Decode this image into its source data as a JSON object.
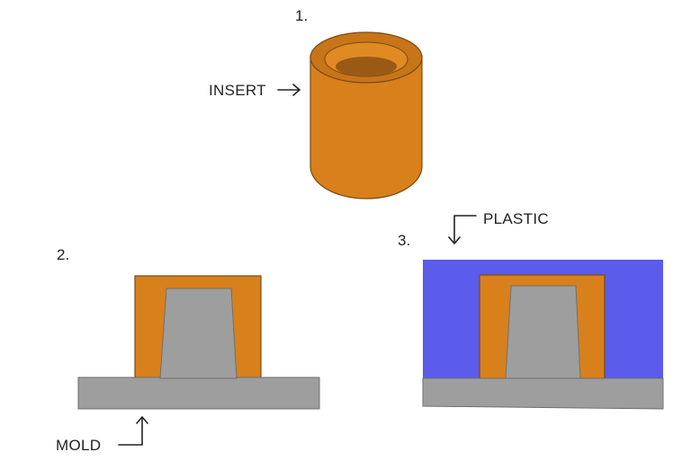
{
  "steps": {
    "step1": {
      "number": "1.",
      "label": "INSERT"
    },
    "step2": {
      "number": "2.",
      "label": "MOLD"
    },
    "step3": {
      "number": "3.",
      "label": "PLASTIC"
    }
  },
  "colors": {
    "insert": "#d8801c",
    "insert_rim": "#c87418",
    "insert_hole": "#9a5a16",
    "mold": "#9e9e9e",
    "plastic": "#5b5bec",
    "text": "#222222"
  },
  "icons": {
    "insert_arrow": "arrow-right-icon",
    "mold_arrow": "arrow-up-icon",
    "plastic_arrow": "arrow-down-icon"
  }
}
